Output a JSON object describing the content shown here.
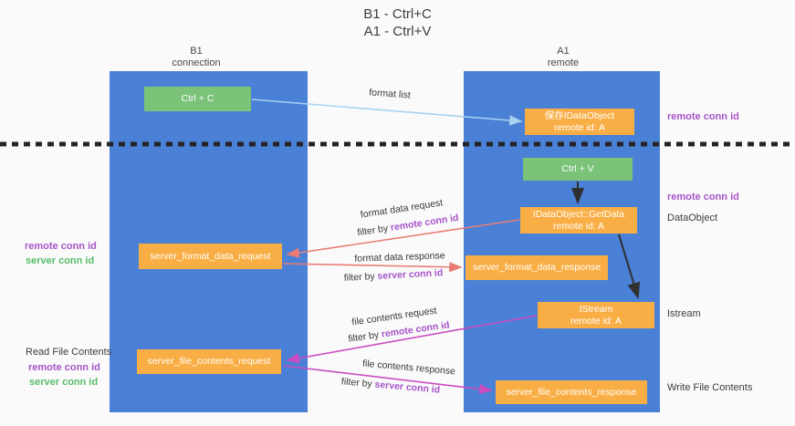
{
  "title": {
    "line1": "B1 - Ctrl+C",
    "line2": "A1 - Ctrl+V"
  },
  "lanes": {
    "left": {
      "title": "B1",
      "subtitle": "connection"
    },
    "right": {
      "title": "A1",
      "subtitle": "remote"
    }
  },
  "boxes": {
    "ctrl_c": {
      "label": "Ctrl + C"
    },
    "save_dataobject": {
      "line1": "保存IDataObject",
      "line2": "remote id: A"
    },
    "ctrl_v": {
      "label": "Ctrl + V"
    },
    "getdata": {
      "line1": "IDataObject::GetData",
      "line2": "remote id: A"
    },
    "format_request": {
      "label": "server_format_data_request"
    },
    "format_response": {
      "label": "server_format_data_response"
    },
    "istream": {
      "line1": "IStream",
      "line2": "remote id: A"
    },
    "file_request": {
      "label": "server_file_contents_request"
    },
    "file_response": {
      "label": "server_file_contents_response"
    }
  },
  "flow_labels": {
    "format_list": "format list",
    "format_data_request": "format data request",
    "format_data_request_filter": {
      "prefix": "filter by ",
      "key": "remote conn id"
    },
    "format_data_response": "format data response",
    "format_data_response_filter": {
      "prefix": "filter by ",
      "key": "server conn id"
    },
    "file_contents_request": "file contents request",
    "file_contents_request_filter": {
      "prefix": "filter by ",
      "key": "remote conn id"
    },
    "file_contents_response": "file contents response",
    "file_contents_response_filter": {
      "prefix": "filter by ",
      "key": "server conn id"
    }
  },
  "annotations": {
    "right_top": "remote conn id",
    "right_mid": "remote conn id",
    "dataobject": "DataObject",
    "istream": "Istream",
    "write_file": "Write File Contents",
    "left_remote_1": "remote conn id",
    "left_server_1": "server conn id",
    "read_file": "Read File Contents",
    "left_remote_2": "remote conn id",
    "left_server_2": "server conn id"
  },
  "colors": {
    "lane_blue": "#4a80d5",
    "box_orange": "#f9ae45",
    "box_green": "#7ac379",
    "purple": "#a654c8",
    "green_text": "#58bc68",
    "red_arrow": "#e87c74",
    "magenta_arrow": "#cb4dc1",
    "blue_arrow": "#a9d3f0"
  }
}
